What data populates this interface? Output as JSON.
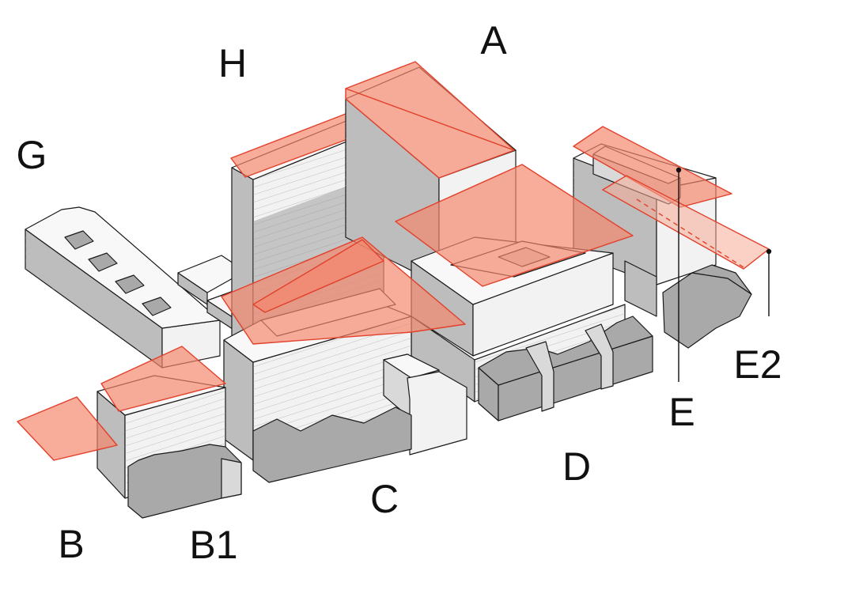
{
  "diagram": {
    "labels": {
      "A": "A",
      "B": "B",
      "B1": "B1",
      "C": "C",
      "D": "D",
      "E": "E",
      "E2": "E2",
      "G": "G",
      "H": "H"
    },
    "colors": {
      "plane_fill": "#f4866b",
      "plane_stroke": "#e2402a",
      "building_dark": "#bdbdbd",
      "building_light": "#f2f2f2",
      "outline": "#1a1a1a"
    }
  }
}
